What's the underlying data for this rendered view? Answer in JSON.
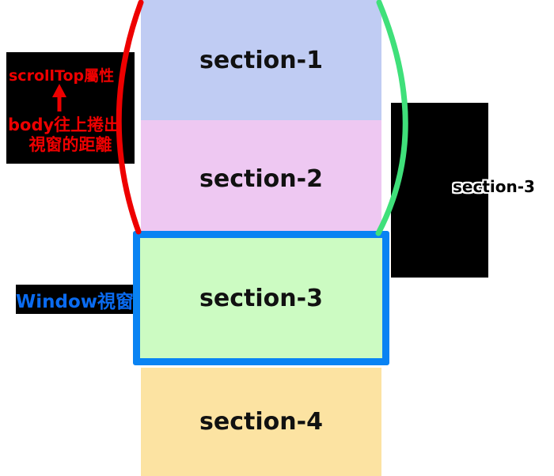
{
  "diagram": {
    "sections": [
      {
        "label": "section-1",
        "color": "#c0ccf3"
      },
      {
        "label": "section-2",
        "color": "#eec8f2"
      },
      {
        "label": "section-3",
        "color": "#ccfbc2"
      },
      {
        "label": "section-4",
        "color": "#fce3a2"
      }
    ],
    "scrolltop_label": {
      "title": "scrollTop屬性",
      "desc_line1": "body往上捲出",
      "desc_line2": "視窗的距離"
    },
    "window_label": {
      "text": "Window視窗"
    },
    "right_label": {
      "text": "section-3"
    },
    "colors": {
      "scroll_bracket_red": "#ee0000",
      "offset_bracket_green": "#3fe07a",
      "window_border_blue": "#0983f3",
      "window_label_text_blue": "#0a6bf0",
      "label_box_background": "#000000",
      "outlined_text_stroke": "#ffffff"
    }
  }
}
